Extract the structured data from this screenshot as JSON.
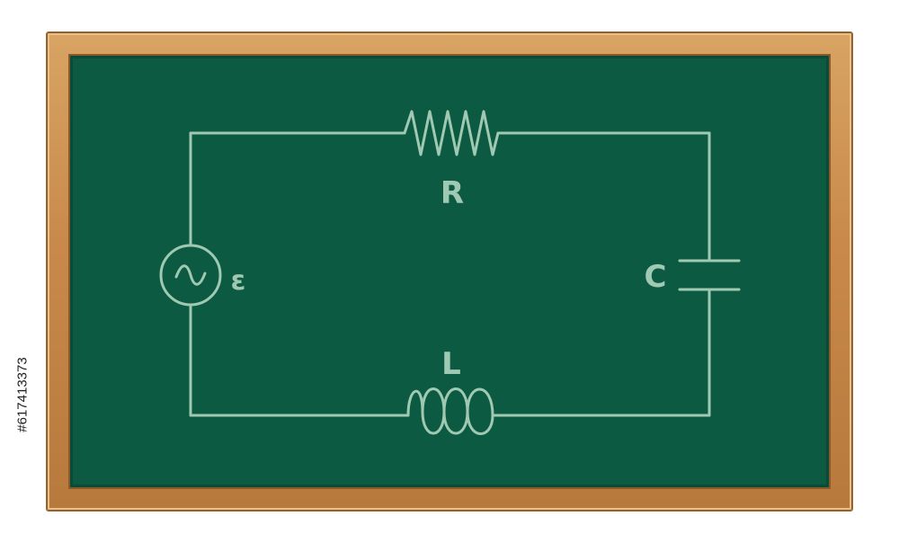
{
  "diagram": {
    "labels": {
      "resistor": "R",
      "inductor": "L",
      "capacitor": "C",
      "source": "ε"
    }
  },
  "stock_id": "#617413373",
  "colors": {
    "board": "#0d5a42",
    "chalk": "#9fc9b3",
    "frame": "#c8894a"
  }
}
